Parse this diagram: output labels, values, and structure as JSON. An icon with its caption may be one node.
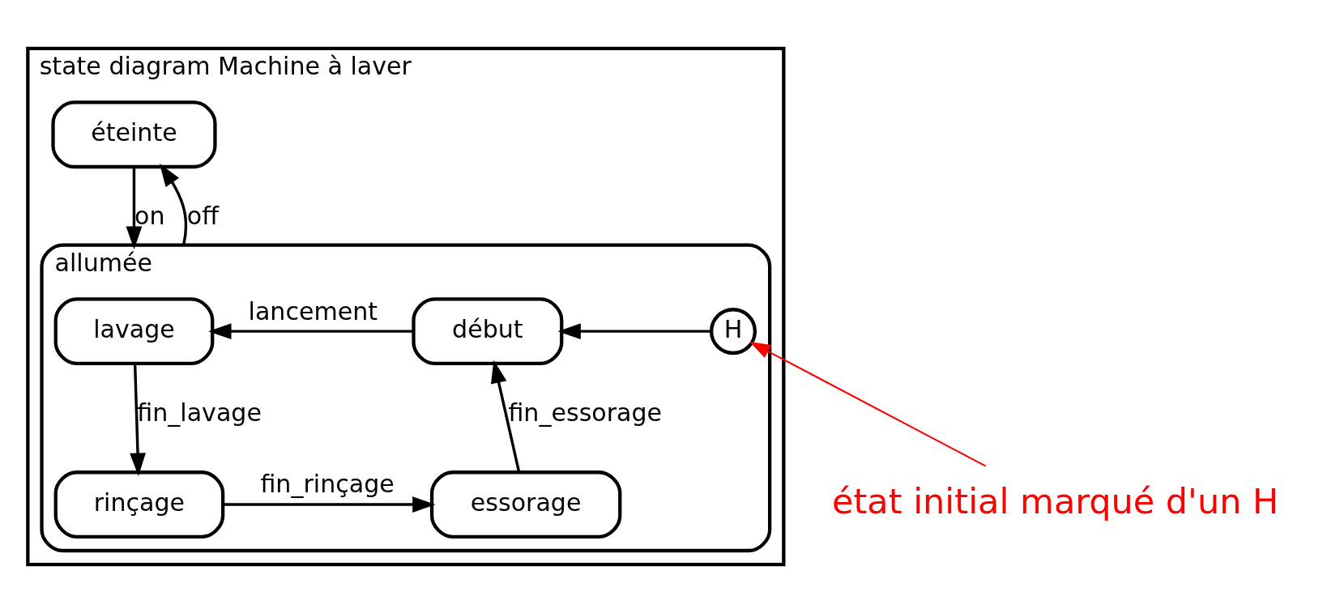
{
  "diagram": {
    "nodes": [
      {
        "text": [
          "state diagram Machine à laver"
        ]
      },
      {
        "text": [
          "éteinte"
        ],
        "in": 0
      },
      {
        "text": [
          "allumée"
        ],
        "in": 0
      },
      {
        "text": [
          "lavage"
        ],
        "in": 2
      },
      {
        "text": [
          "début"
        ],
        "in": 2
      },
      {
        "text": [
          "H"
        ],
        "in": 2
      },
      {
        "text": [
          "rinçage"
        ],
        "in": 2
      },
      {
        "text": [
          "essorage"
        ],
        "in": 2
      },
      {
        "text": [
          "état initial marqué d'un H"
        ]
      }
    ],
    "edges": [
      {
        "from": 1,
        "to": 2,
        "arrow": "to",
        "label": "on"
      },
      {
        "from": 2,
        "to": 1,
        "arrow": "to",
        "label": "off"
      },
      {
        "from": 4,
        "to": 3,
        "arrow": "to",
        "label": "lancement"
      },
      {
        "from": 5,
        "to": 4,
        "arrow": "to"
      },
      {
        "from": 3,
        "to": 6,
        "arrow": "to",
        "label": "fin_lavage"
      },
      {
        "from": 6,
        "to": 7,
        "arrow": "to",
        "label": "fin_rinçage"
      },
      {
        "from": 7,
        "to": 4,
        "arrow": "to",
        "label": "fin_essorage"
      },
      {
        "from": 8,
        "to": 5,
        "arrow": "to",
        "color": "#ff0000"
      }
    ]
  }
}
